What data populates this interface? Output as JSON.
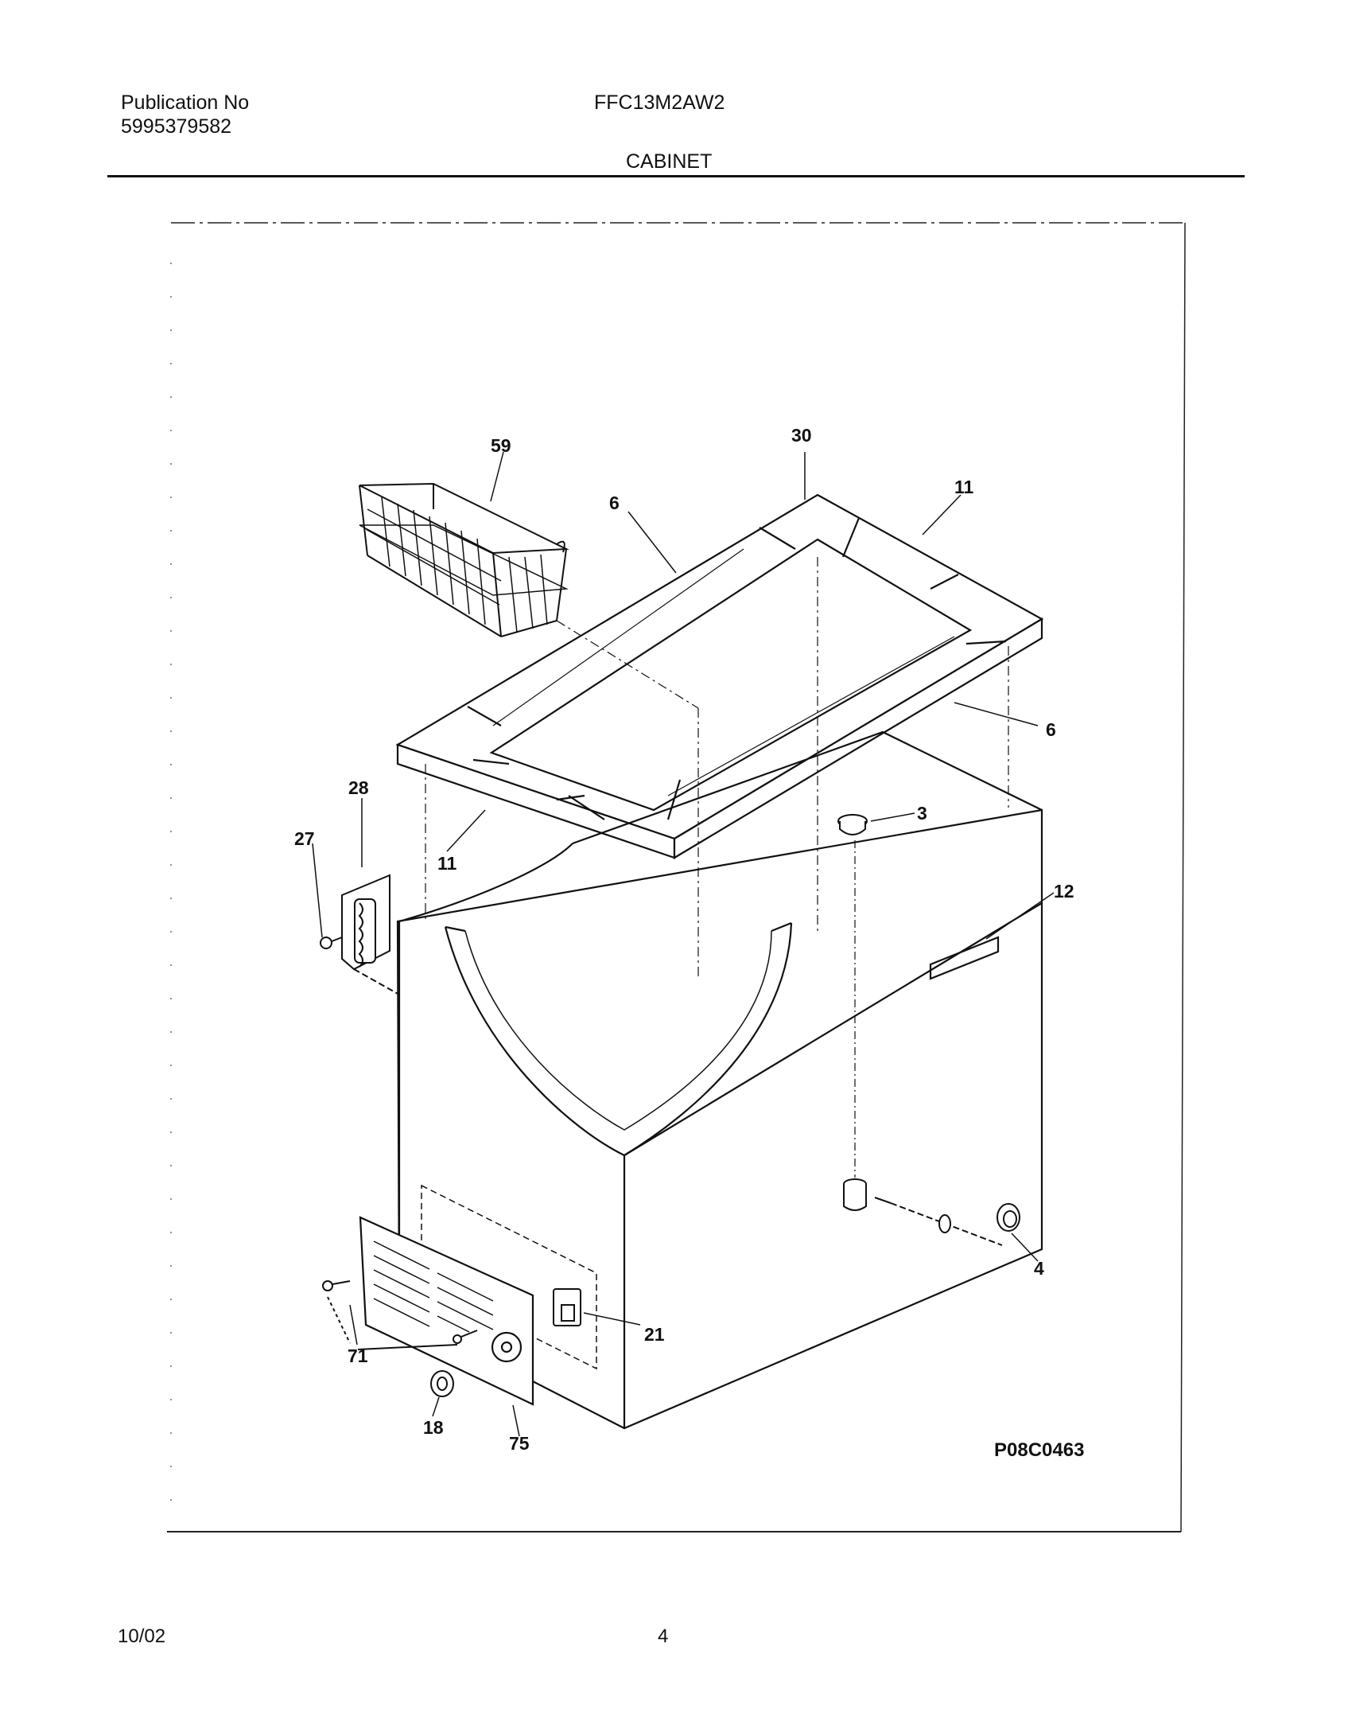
{
  "header": {
    "publication_label": "Publication No",
    "publication_number": "5995379582",
    "model": "FFC13M2AW2",
    "section": "CABINET"
  },
  "diagram": {
    "figure_code": "P08C0463",
    "callouts": {
      "basket": "59",
      "corner_top": "30",
      "breaker_back": "6",
      "breaker_right_back": "11",
      "breaker_front": "6",
      "drain_plug": "3",
      "label_plate": "12",
      "hinge": "28",
      "hinge_screw": "27",
      "breaker_left_front": "11",
      "drain_cap": "4",
      "grille_screw": "71",
      "control": "21",
      "knob": "18",
      "grille": "75"
    }
  },
  "footer": {
    "date": "10/02",
    "page": "4"
  }
}
